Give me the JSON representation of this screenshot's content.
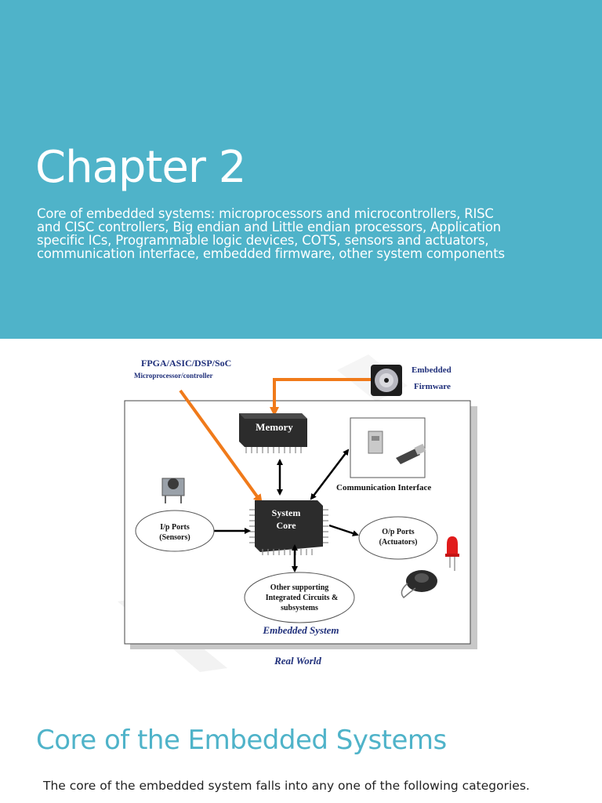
{
  "header": {
    "title": "Chapter 2",
    "subtitle": "Core of embedded systems: microprocessors and microcontrollers, RISC and CISC controllers, Big endian and Little endian processors, Application specific ICs, Programmable logic devices, COTS, sensors and actuators, communication interface, embedded firmware, other system components"
  },
  "diagram": {
    "fpga_label": "FPGA/ASIC/DSP/SoC",
    "micro_label": "Microprocessor/controller",
    "firmware_label_1": "Embedded",
    "firmware_label_2": "Firmware",
    "memory_label": "Memory",
    "core_label_1": "System",
    "core_label_2": "Core",
    "comm_label": "Communication Interface",
    "ip_label_1": "I/p Ports",
    "ip_label_2": "(Sensors)",
    "op_label_1": "O/p Ports",
    "op_label_2": "(Actuators)",
    "other_label_1": "Other supporting",
    "other_label_2": "Integrated Circuits &",
    "other_label_3": "subsystems",
    "system_label": "Embedded System",
    "world_label": "Real World",
    "colors": {
      "arrow_orange": "#f07a1a",
      "label_navy": "#1f2f7a",
      "chip_dark": "#2c2c2c"
    }
  },
  "section": {
    "heading": "Core of the Embedded Systems",
    "body": "The core of the embedded system falls into any one of the following categories."
  }
}
